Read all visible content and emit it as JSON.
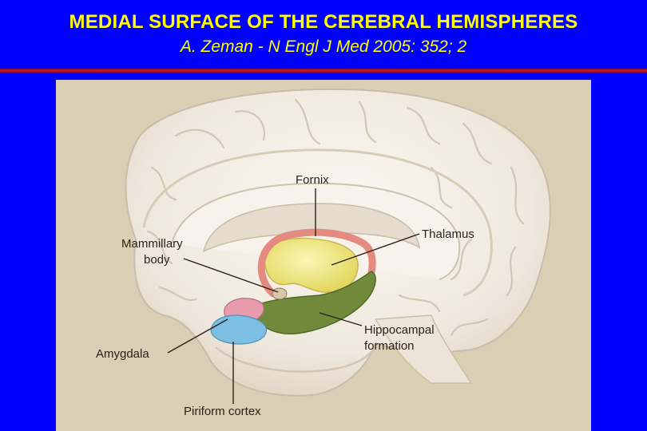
{
  "slide": {
    "title": "MEDIAL SURFACE OF THE CEREBRAL HEMISPHERES",
    "subtitle": "A. Zeman - N Engl J Med 2005: 352; 2"
  },
  "labels": {
    "fornix": "Fornix",
    "thalamus": "Thalamus",
    "mammillary_line1": "Mammillary",
    "mammillary_line2": "body",
    "hippocampal_line1": "Hippocampal",
    "hippocampal_line2": "formation",
    "amygdala": "Amygdala",
    "piriform": "Piriform cortex"
  },
  "colors": {
    "background": "#0000ff",
    "title": "#ffff00",
    "rule": "#cc1a22",
    "figure_bg": "#dacfb5",
    "brain": "#f3eee6",
    "thalamus": "#f1ea8a",
    "fornix": "#e48a80",
    "hippocampus": "#6e8a3a",
    "amygdala": "#e89cae",
    "piriform": "#7dbfe3"
  }
}
